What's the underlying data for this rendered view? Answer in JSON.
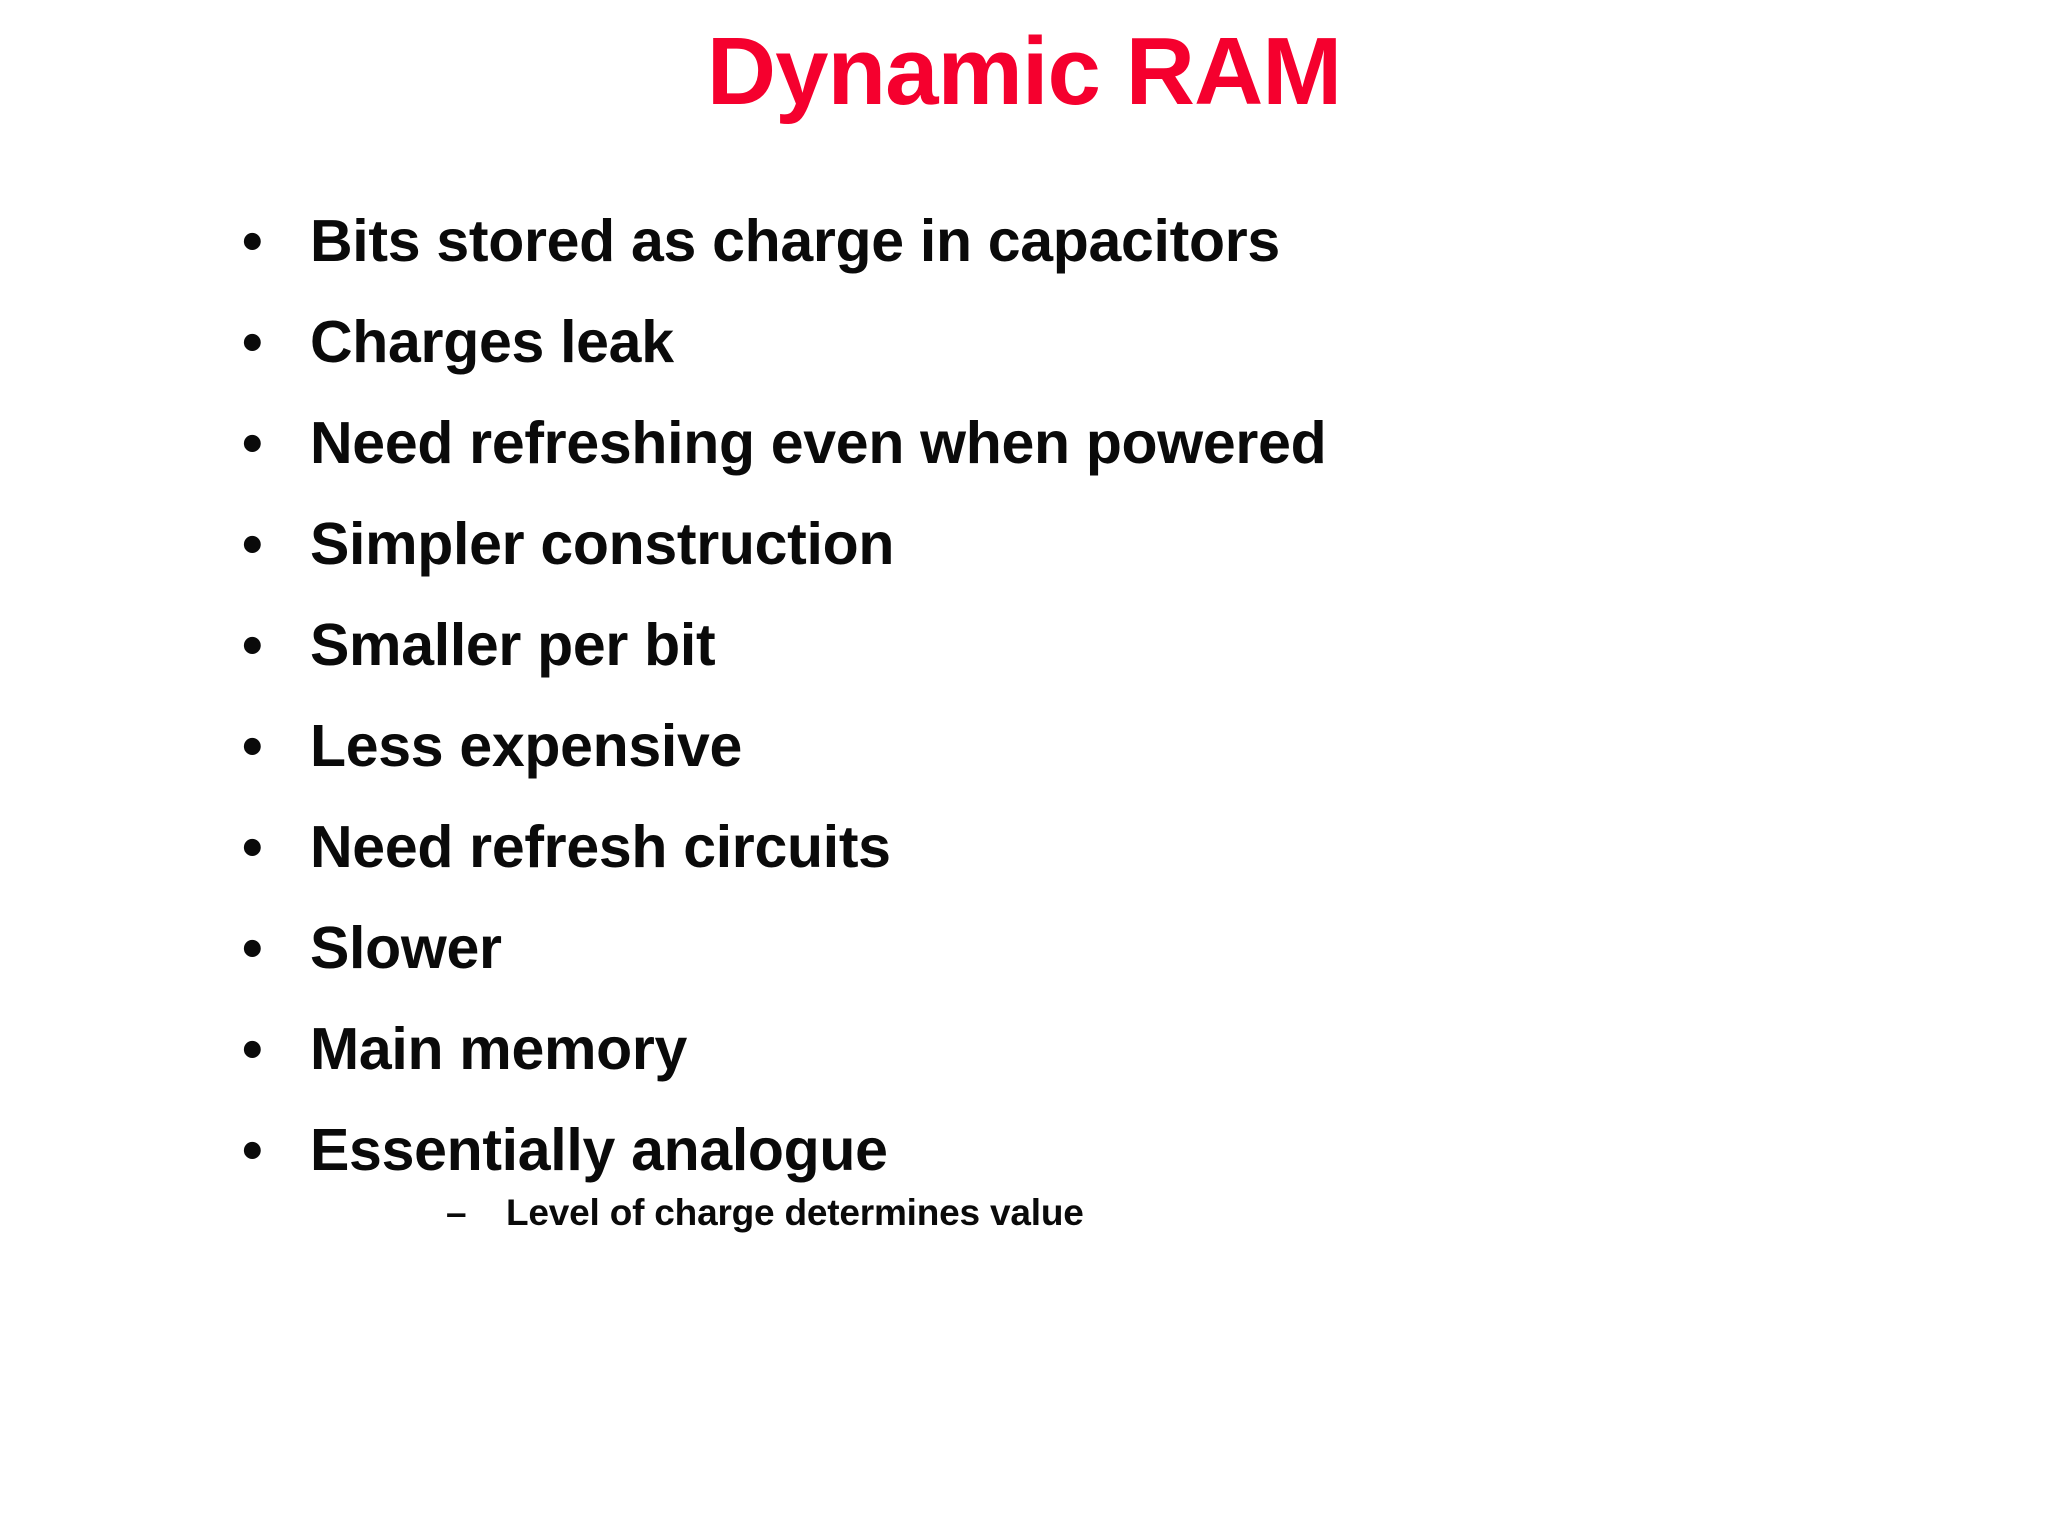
{
  "slide": {
    "title": "Dynamic RAM",
    "title_color": "#f5002e",
    "body_text_color": "#0a0a0a",
    "background_color": "#ffffff",
    "bullet_marker": "•",
    "sub_bullet_marker": "–",
    "bullets": [
      {
        "text": "Bits stored as charge in capacitors"
      },
      {
        "text": "Charges leak"
      },
      {
        "text": "Need refreshing even when powered"
      },
      {
        "text": "Simpler construction"
      },
      {
        "text": "Smaller per bit"
      },
      {
        "text": "Less expensive"
      },
      {
        "text": "Need refresh circuits"
      },
      {
        "text": "Slower"
      },
      {
        "text": "Main memory"
      },
      {
        "text": "Essentially analogue",
        "sub_bullets": [
          {
            "text": "Level of charge determines value"
          }
        ]
      }
    ]
  }
}
